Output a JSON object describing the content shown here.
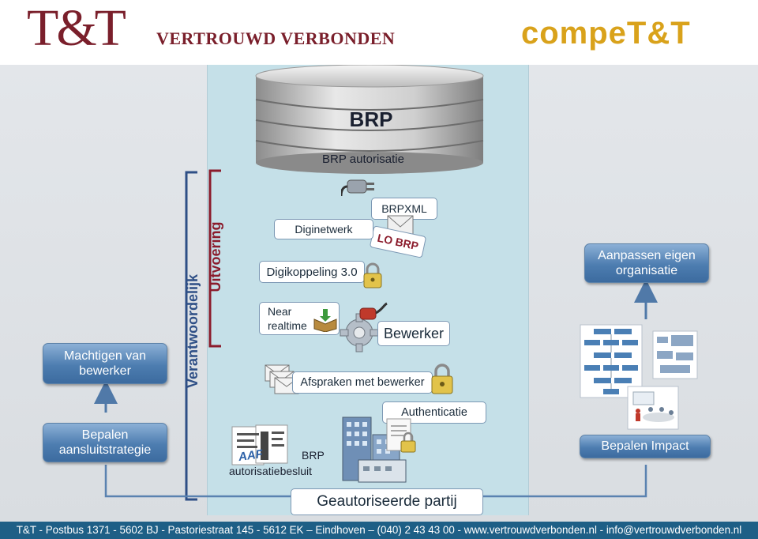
{
  "header": {
    "tt_logo_text": "T&T",
    "tt_tagline": "VERTROUWD VERBONDEN",
    "compett_logo_text": "compeT&T"
  },
  "side_labels": {
    "verantwoordelijk": "Verantwoordelijk",
    "uitvoering": "Uitvoering"
  },
  "database": {
    "title": "BRP",
    "caption": "BRP autorisatie"
  },
  "center": {
    "brpxml": "BRPXML",
    "lo_brp": "LO BRP",
    "diginetwerk": "Diginetwerk",
    "digikoppeling": "Digikoppeling 3.0",
    "near_realtime": "Near realtime",
    "bewerker": "Bewerker",
    "afspraken": "Afspraken met bewerker",
    "authenticatie": "Authenticatie",
    "aaf": "AAF",
    "brp": "BRP",
    "autorisatiebesluit": "autorisatiebesluit",
    "geautoriseerde_partij": "Geautoriseerde partij"
  },
  "left": {
    "machtigen": "Machtigen van bewerker",
    "bepalen_aansluitstrategie": "Bepalen aansluitstrategie"
  },
  "right": {
    "aanpassen": "Aanpassen eigen organisatie",
    "bepalen_impact": "Bepalen Impact"
  },
  "footer": {
    "text": "T&T - Postbus 1371 - 5602 BJ - Pastoriestraat 145 - 5612 EK – Eindhoven – (040) 2 43 43 00 - www.vertrouwdverbonden.nl - info@vertrouwdverbonden.nl"
  },
  "colors": {
    "panel": "#c5e0e8",
    "accent_blue": "#4d7db0",
    "bracket_red": "#8b1c2c",
    "bracket_blue": "#2e4f86",
    "tt_maroon": "#7a1f2b",
    "compett_gold": "#d9a21b",
    "footer_bg": "#1e5f86"
  },
  "icons": [
    "plug-icon",
    "envelope-icon",
    "padlock-icon",
    "download-box-icon",
    "gear-icon",
    "document-icon",
    "building-icon",
    "flowchart-icon",
    "meeting-icon",
    "up-arrow-icon"
  ]
}
